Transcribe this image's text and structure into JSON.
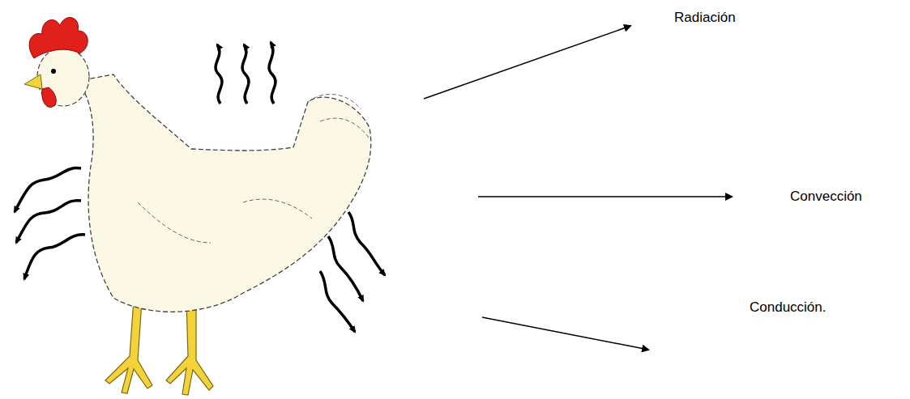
{
  "diagram": {
    "labels": [
      "Radiación",
      "Convección",
      "Conducción."
    ]
  }
}
